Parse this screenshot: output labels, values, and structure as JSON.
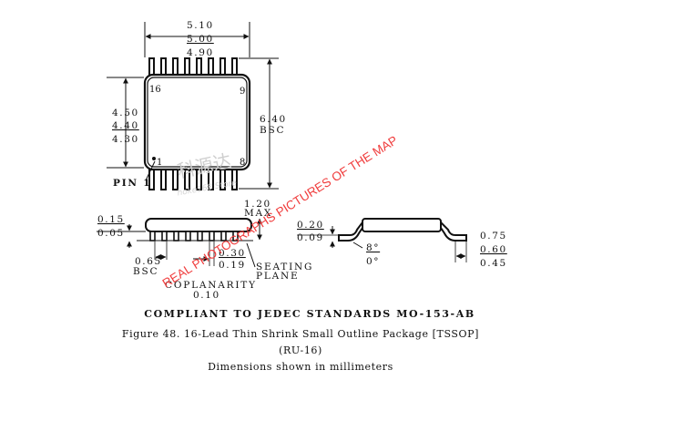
{
  "top_view": {
    "body_length": {
      "max": "5.10",
      "nom": "5.00",
      "min": "4.90"
    },
    "body_width": {
      "max": "4.50",
      "nom": "4.40",
      "min": "4.30"
    },
    "lead_span": {
      "value": "6.40",
      "note": "BSC"
    },
    "pin_labels": {
      "pin16": "16",
      "pin9": "9",
      "pin1": "1",
      "pin8": "8"
    },
    "pin1_callout": "PIN 1"
  },
  "side_view": {
    "height": {
      "value": "1.20",
      "note": "MAX"
    },
    "standoff": {
      "max": "0.15",
      "min": "0.05"
    },
    "pitch": {
      "value": "0.65",
      "note": "BSC"
    },
    "lead_width": {
      "max": "0.30",
      "min": "0.19"
    },
    "seating_plane": {
      "line1": "SEATING",
      "line2": "PLANE"
    },
    "coplanarity": {
      "label": "COPLANARITY",
      "value": "0.10"
    }
  },
  "end_view": {
    "lead_thickness": {
      "max": "0.20",
      "min": "0.09"
    },
    "angle": {
      "max": "8°",
      "min": "0°"
    },
    "foot_length": {
      "max": "0.75",
      "nom": "0.60",
      "min": "0.45"
    }
  },
  "watermark": {
    "chinese": "科源达",
    "store": "hoke168 Store",
    "diagonal": "REAL PHOTOGRAPHS PICTURES OF THE MAP"
  },
  "compliance": "COMPLIANT TO JEDEC STANDARDS MO-153-AB",
  "figure_caption": "Figure 48. 16-Lead Thin Shrink Small Outline Package [TSSOP]",
  "package_code": "(RU-16)",
  "units_note": "Dimensions shown in millimeters",
  "colors": {
    "ink": "#111111",
    "watermark_red": "#f03c3c",
    "watermark_gray": "#cfcfcf"
  }
}
